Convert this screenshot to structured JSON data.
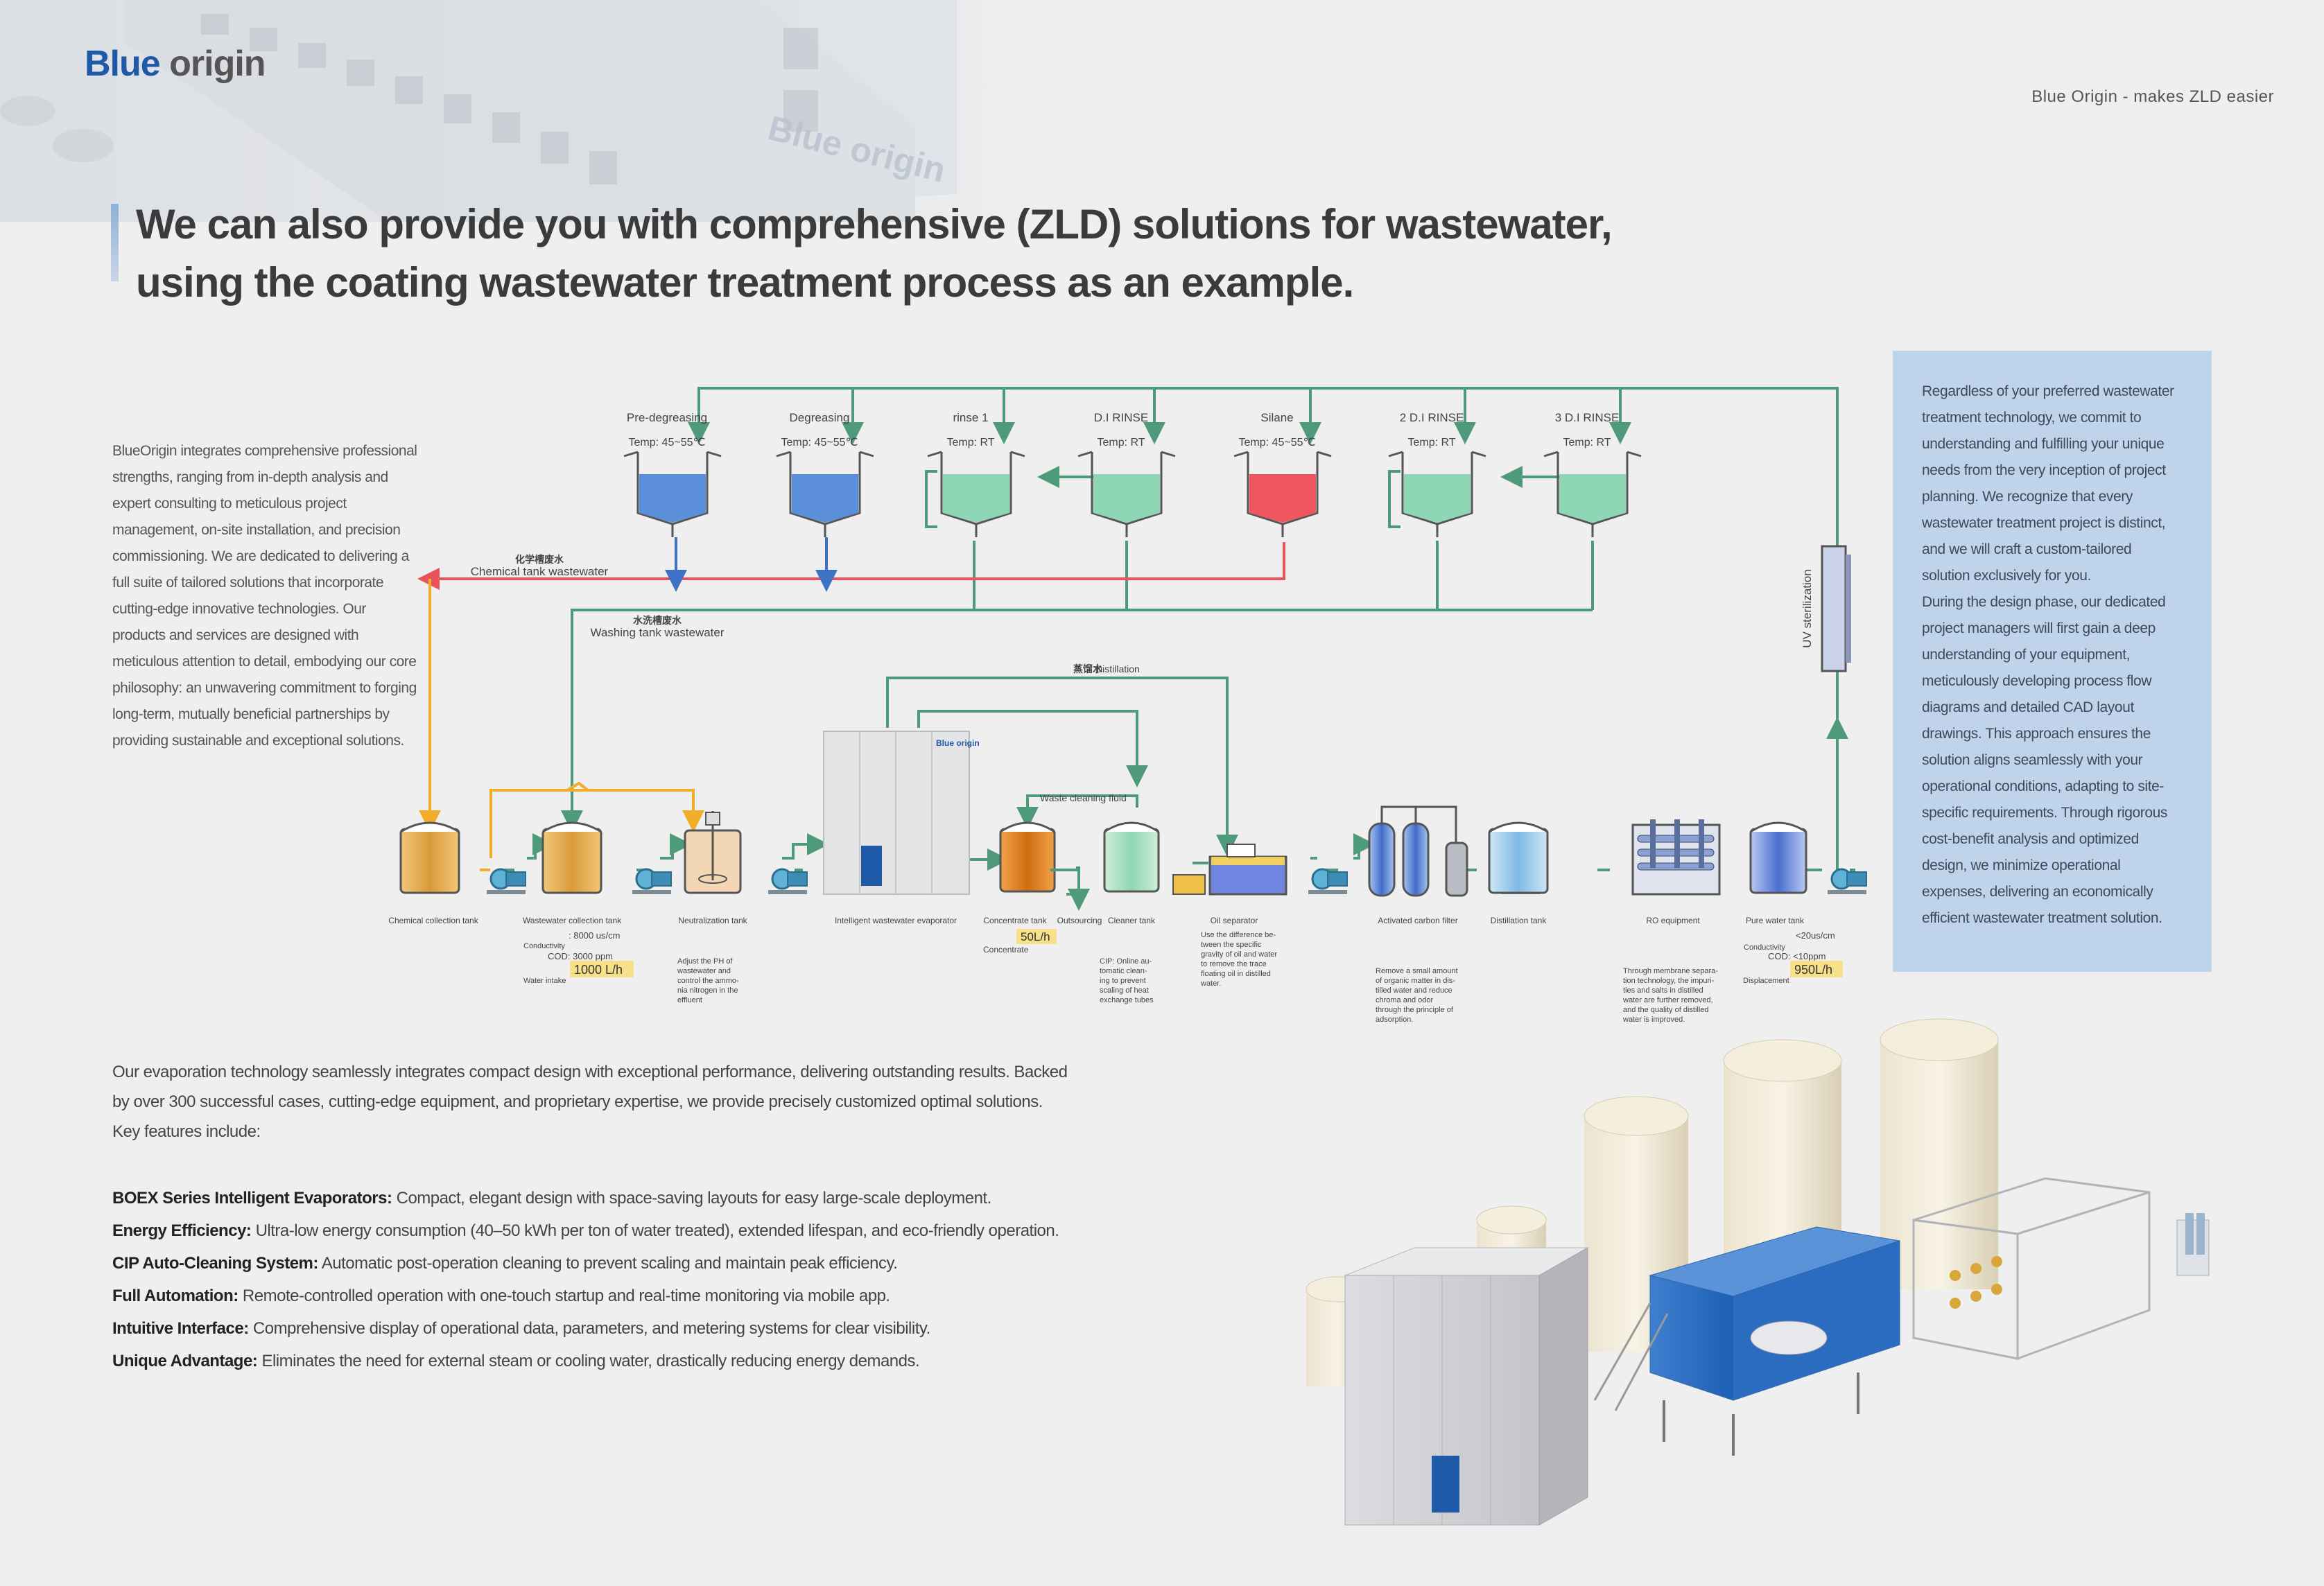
{
  "brand": {
    "logo_part1": "Blue",
    "logo_part2": "origin",
    "tagline": "Blue Origin - makes ZLD easier"
  },
  "headline": {
    "line1": "We can also provide you with comprehensive (ZLD) solutions for wastewater,",
    "line2": "using the coating wastewater treatment process as an example."
  },
  "intro_text": "BlueOrigin integrates comprehensive professional strengths, ranging from in-depth analysis and expert consulting to meticulous project management, on-site installation, and precision commissioning. We are dedicated to delivering a full suite of tailored solutions that incorporate cutting-edge innovative technologies. Our products and services are designed with meticulous attention to detail, embodying our core philosophy: an unwavering commitment to forging long-term, mutually beneficial partnerships by providing sustainable and exceptional solutions.",
  "right_panel": {
    "para1": "Regardless of your preferred wastewater treatment technology, we commit to understanding and fulfilling your unique needs from the very inception of project planning. We recognize that every wastewater treatment project is distinct, and we will craft a custom-tailored solution exclusively for you.",
    "para2": "During the design phase, our dedicated project managers will first gain a deep understanding of your equipment, meticulously developing process flow diagrams and detailed CAD layout drawings. This approach ensures the solution aligns seamlessly with your operational conditions, adapting to site-specific requirements. Through rigorous cost-benefit analysis and optimized design, we minimize operational expenses, delivering an economically efficient wastewater treatment solution."
  },
  "bottom_intro": "Our evaporation technology seamlessly integrates compact design with exceptional performance, delivering outstanding results. Backed by over 300 successful cases, cutting-edge equipment, and proprietary expertise, we provide precisely customized optimal solutions. Key features include:",
  "features": [
    {
      "title": "BOEX Series Intelligent Evaporators:",
      "text": " Compact, elegant design with space-saving layouts for easy large-scale deployment."
    },
    {
      "title": "Energy Efficiency:",
      "text": " Ultra-low energy consumption (40–50 kWh per ton of water treated), extended lifespan, and eco-friendly operation."
    },
    {
      "title": "CIP Auto-Cleaning System:",
      "text": " Automatic post-operation cleaning to prevent scaling and maintain peak efficiency."
    },
    {
      "title": "Full Automation:",
      "text": " Remote-controlled operation with one-touch startup and real-time monitoring via mobile app."
    },
    {
      "title": "Intuitive Interface:",
      "text": " Comprehensive display of operational data, parameters, and metering systems for clear visibility."
    },
    {
      "title": "Unique Advantage:",
      "text": " Eliminates the need for external steam or cooling water, drastically reducing energy demands."
    }
  ],
  "diagram": {
    "top_tanks": [
      {
        "name": "Pre-degreasing",
        "temp": "Temp: 45~55℃",
        "color": "#5b8fd9"
      },
      {
        "name": "Degreasing",
        "temp": "Temp: 45~55℃",
        "color": "#5b8fd9"
      },
      {
        "name": "rinse 1",
        "temp": "Temp: RT",
        "color": "#8fd6b6"
      },
      {
        "name": "D.I RINSE",
        "temp": "Temp: RT",
        "color": "#8fd6b6"
      },
      {
        "name": "Silane",
        "temp": "Temp: 45~55℃",
        "color": "#ef5660"
      },
      {
        "name": "2 D.I RINSE",
        "temp": "Temp: RT",
        "color": "#8fd6b6"
      },
      {
        "name": "3 D.I RINSE",
        "temp": "Temp: RT",
        "color": "#8fd6b6"
      }
    ],
    "chemical_cn": "化学槽废水",
    "chemical_en": "Chemical tank wastewater",
    "washing_cn": "水洗槽废水",
    "washing_en": "Washing tank wastewater",
    "distillation_cn": "蒸馏水",
    "distillation_en": "Distillation",
    "waste_cleaning": "Waste cleaning fluid",
    "uv": "UV sterilization",
    "bottom_units": [
      {
        "name": "Chemical collection tank"
      },
      {
        "name": "Wastewater collection tank"
      },
      {
        "name": "Neutralization tank"
      },
      {
        "name": "Intelligent wastewater evaporator"
      },
      {
        "name": "Concentrate tank"
      },
      {
        "name": "Outsourcing"
      },
      {
        "name": "Cleaner tank"
      },
      {
        "name": "Oil separator"
      },
      {
        "name": "Activated carbon filter"
      },
      {
        "name": "Distillation tank"
      },
      {
        "name": "RO equipment"
      },
      {
        "name": "Pure water tank"
      }
    ],
    "wct_specs": {
      "conductivity_label": "Conductivity",
      "conductivity": ": 8000 us/cm",
      "cod": "COD: 3000 ppm",
      "intake_label": "Water intake",
      "intake": "1000 L/h"
    },
    "neutral_desc": [
      "Adjust the PH of",
      "wastewater and",
      "control the ammo-",
      "nia nitrogen in the",
      "effluent"
    ],
    "concentrate_flow": "50L/h",
    "concentrate_label": "Concentrate",
    "cip_desc": [
      "CIP: Online au-",
      "tomatic clean-",
      "ing to prevent",
      "scaling of heat",
      "exchange tubes"
    ],
    "oil_desc": [
      "Use the difference be-",
      "tween the specific",
      "gravity of oil and water",
      "to remove the trace",
      "floating oil in distilled",
      "water."
    ],
    "carbon_desc": [
      "Remove a small amount",
      "of organic matter in dis-",
      "tilled water and reduce",
      "chroma and odor",
      "through the principle of",
      "adsorption."
    ],
    "ro_desc": [
      "Through membrane separa-",
      "tion technology, the impuri-",
      "ties and salts in distilled",
      "water are further removed,",
      "and the quality of distilled",
      "water is improved."
    ],
    "pure_specs": {
      "conductivity_label": "Conductivity",
      "conductivity": "<20us/cm",
      "cod": "COD: <10ppm",
      "displacement_label": "Displacement",
      "displacement": "950L/h"
    }
  },
  "equipment_brand": "Blue origin",
  "colors": {
    "pipe_green": "#4e9a7a",
    "pipe_orange": "#f2ad2b",
    "pipe_red": "#e9545c",
    "brand_blue": "#1e5aa8",
    "panel_blue": "#bfd3ea"
  }
}
